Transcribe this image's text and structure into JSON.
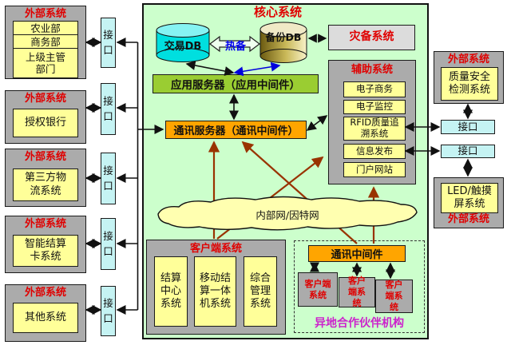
{
  "core": {
    "title": "核心系统",
    "transaction_db": "交易DB",
    "backup_db": "备份DB",
    "hot_backup": "热备",
    "app_server": "应用服务器（应用中间件）",
    "comm_server": "通讯服务器（通讯中间件）",
    "disaster_recovery": "灾备系统",
    "network_cloud": "内部网/因特网",
    "aux": {
      "title": "辅助系统",
      "items": [
        "电子商务",
        "电子监控",
        "RFID质量追溯系统",
        "信息发布",
        "门户网站"
      ]
    },
    "client": {
      "title": "客户端系统",
      "items": [
        "结算中心系统",
        "移动结算一体机系统",
        "综合管理系统"
      ]
    },
    "partner": {
      "title": "异地合作伙伴机构",
      "middleware": "通讯中间件",
      "clients": [
        "客户端系统",
        "客户端系统",
        "客户端系统"
      ]
    }
  },
  "interface_label": "接口",
  "left": [
    {
      "title": "外部系统",
      "items": [
        "农业部",
        "商务部",
        "上级主管部门"
      ]
    },
    {
      "title": "外部系统",
      "items": [
        "授权银行"
      ]
    },
    {
      "title": "外部系统",
      "items": [
        "第三方物流系统"
      ]
    },
    {
      "title": "外部系统",
      "items": [
        "智能结算卡系统"
      ]
    },
    {
      "title": "外部系统",
      "items": [
        "其他系统"
      ]
    }
  ],
  "right": [
    {
      "title": "外部系统",
      "item": "质量安全检测系统"
    },
    {
      "title": "外部系统",
      "item": "LED/触摸屏系统"
    }
  ],
  "colors": {
    "core_bg": "#CCFFCC",
    "gray_box": "#ABABAB",
    "light_gray_box": "#DCDCDC",
    "yellow_box": "#FFFF99",
    "interface_cyan": "#C5F3F3",
    "app_server_green": "#9ACD32",
    "orange": "#FFA500",
    "cloud_yellow": "#FFFFB0",
    "transaction_db_cyan": "#00DFDF",
    "backup_db_gold": "#C9B858",
    "title_red": "#E00000",
    "partner_label_magenta": "#CC22CC",
    "hot_backup_blue": "#0000EE",
    "brown_arrow": "#993300"
  }
}
